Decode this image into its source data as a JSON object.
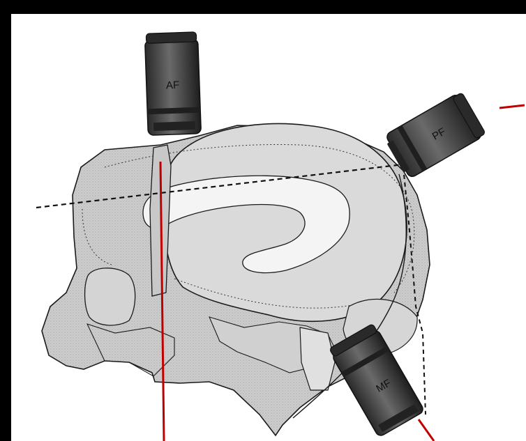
{
  "figure": {
    "colors": {
      "background": "#000000",
      "panel": "#ffffff",
      "skull_fill": "#cfcfcf",
      "brain_fill": "#dcdcdc",
      "ventricle_fill": "#f3f3f3",
      "camera_body": "#3a3a3a",
      "red_line": "#c00000",
      "outline": "#1a1a1a"
    },
    "cameras": [
      {
        "id": "AF",
        "label": "AF",
        "icon": "endoscope-camera-icon"
      },
      {
        "id": "PF",
        "label": "PF",
        "icon": "endoscope-camera-icon"
      },
      {
        "id": "MF",
        "label": "MF",
        "icon": "endoscope-camera-icon"
      }
    ]
  }
}
